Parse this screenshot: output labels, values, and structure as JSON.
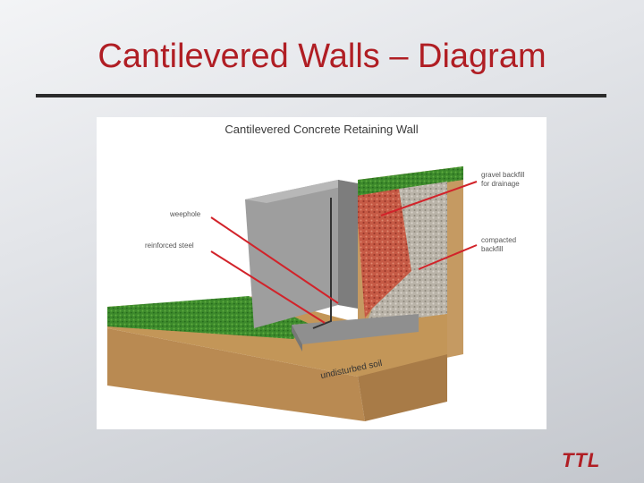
{
  "slide": {
    "title": "Cantilevered Walls – Diagram",
    "logo_text": "TTL"
  },
  "figure": {
    "title": "Cantilevered Concrete Retaining Wall",
    "labels": {
      "weephole": "weephole",
      "reinforced_steel": "reinforced steel",
      "gravel_backfill_1": "gravel backfill",
      "gravel_backfill_2": "for drainage",
      "compacted_backfill_1": "compacted",
      "compacted_backfill_2": "backfill",
      "undisturbed_soil": "undisturbed soil"
    },
    "colors": {
      "title_red": "#b01e24",
      "leader_red": "#d2232a",
      "grass": "#3f8a2e",
      "soil": "#b88a55",
      "concrete": "#9c9c9c",
      "gravel": "#c44a3a"
    }
  }
}
